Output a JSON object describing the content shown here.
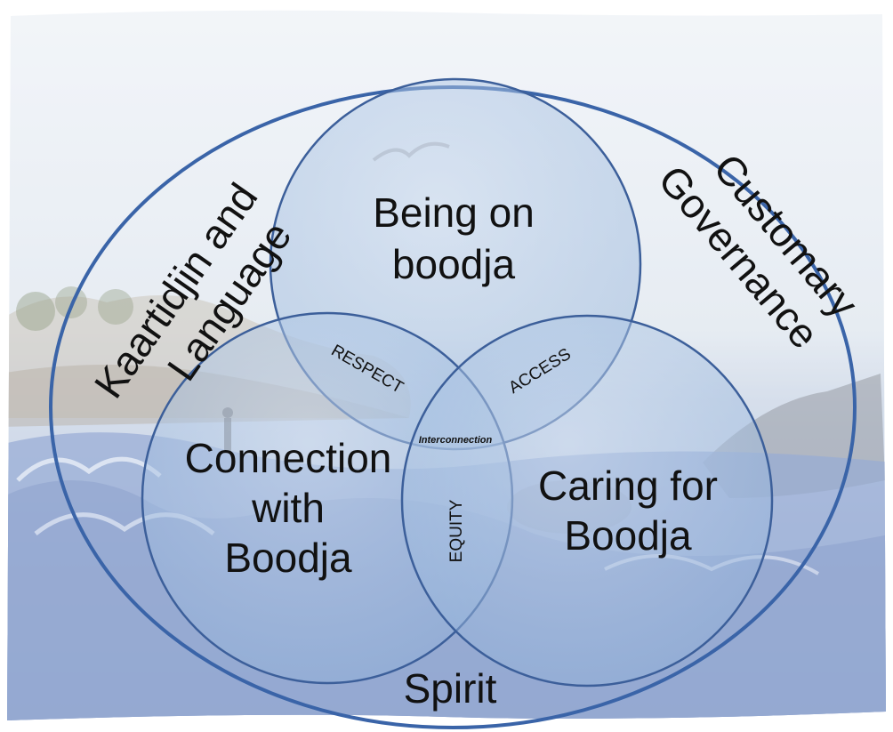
{
  "diagram": {
    "outer_label_left_line1": "Kaartidjin and",
    "outer_label_left_line2": "Language",
    "outer_label_right_line1": "Customary",
    "outer_label_right_line2": "Governance",
    "outer_label_bottom": "Spirit",
    "circle_top_line1": "Being on",
    "circle_top_line2": "boodja",
    "circle_left_line1": "Connection",
    "circle_left_line2": "with",
    "circle_left_line3": "Boodja",
    "circle_right_line1": "Caring for",
    "circle_right_line2": "Boodja",
    "overlap_top_left": "RESPECT",
    "overlap_top_right": "ACCESS",
    "overlap_left_right": "EQUITY",
    "overlap_center": "Interconnection"
  },
  "colors": {
    "outer_ellipse_stroke": "#3a64a8",
    "circle_stroke": "#3c5f9a",
    "circle_fill": "#a8c2e2",
    "sea": "#5a78b6",
    "sky": "#d9e3ef"
  }
}
